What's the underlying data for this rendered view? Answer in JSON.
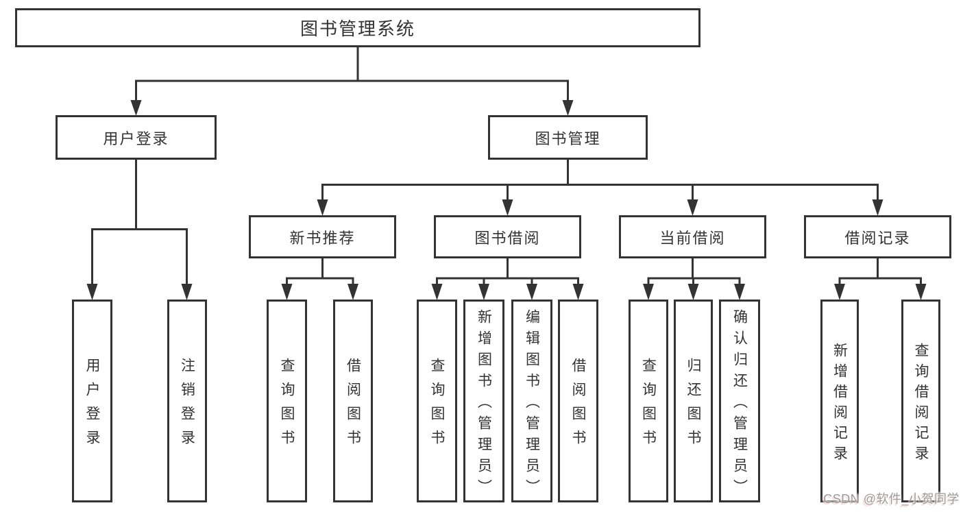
{
  "tree": {
    "label": "图书管理系统",
    "children": [
      {
        "label": "用户登录",
        "children": [
          {
            "label": "用户登录"
          },
          {
            "label": "注销登录"
          }
        ]
      },
      {
        "label": "图书管理",
        "children": [
          {
            "label": "新书推荐",
            "children": [
              {
                "label": "查询图书"
              },
              {
                "label": "借阅图书"
              }
            ]
          },
          {
            "label": "图书借阅",
            "children": [
              {
                "label": "查询图书"
              },
              {
                "label": "新增图书（管理员）"
              },
              {
                "label": "编辑图书（管理员）"
              },
              {
                "label": "借阅图书"
              }
            ]
          },
          {
            "label": "当前借阅",
            "children": [
              {
                "label": "查询图书"
              },
              {
                "label": "归还图书"
              },
              {
                "label": "确认归还（管理员）"
              }
            ]
          },
          {
            "label": "借阅记录",
            "children": [
              {
                "label": "新增借阅记录"
              },
              {
                "label": "查询借阅记录"
              }
            ]
          }
        ]
      }
    ]
  },
  "watermark": {
    "text": "CSDN @软件_小贺同学"
  },
  "colors": {
    "line": "#333333",
    "box_fill": "#ffffff",
    "text": "#333333",
    "watermark_gray": "#9a9a9a",
    "watermark_pink": "#f69696"
  }
}
